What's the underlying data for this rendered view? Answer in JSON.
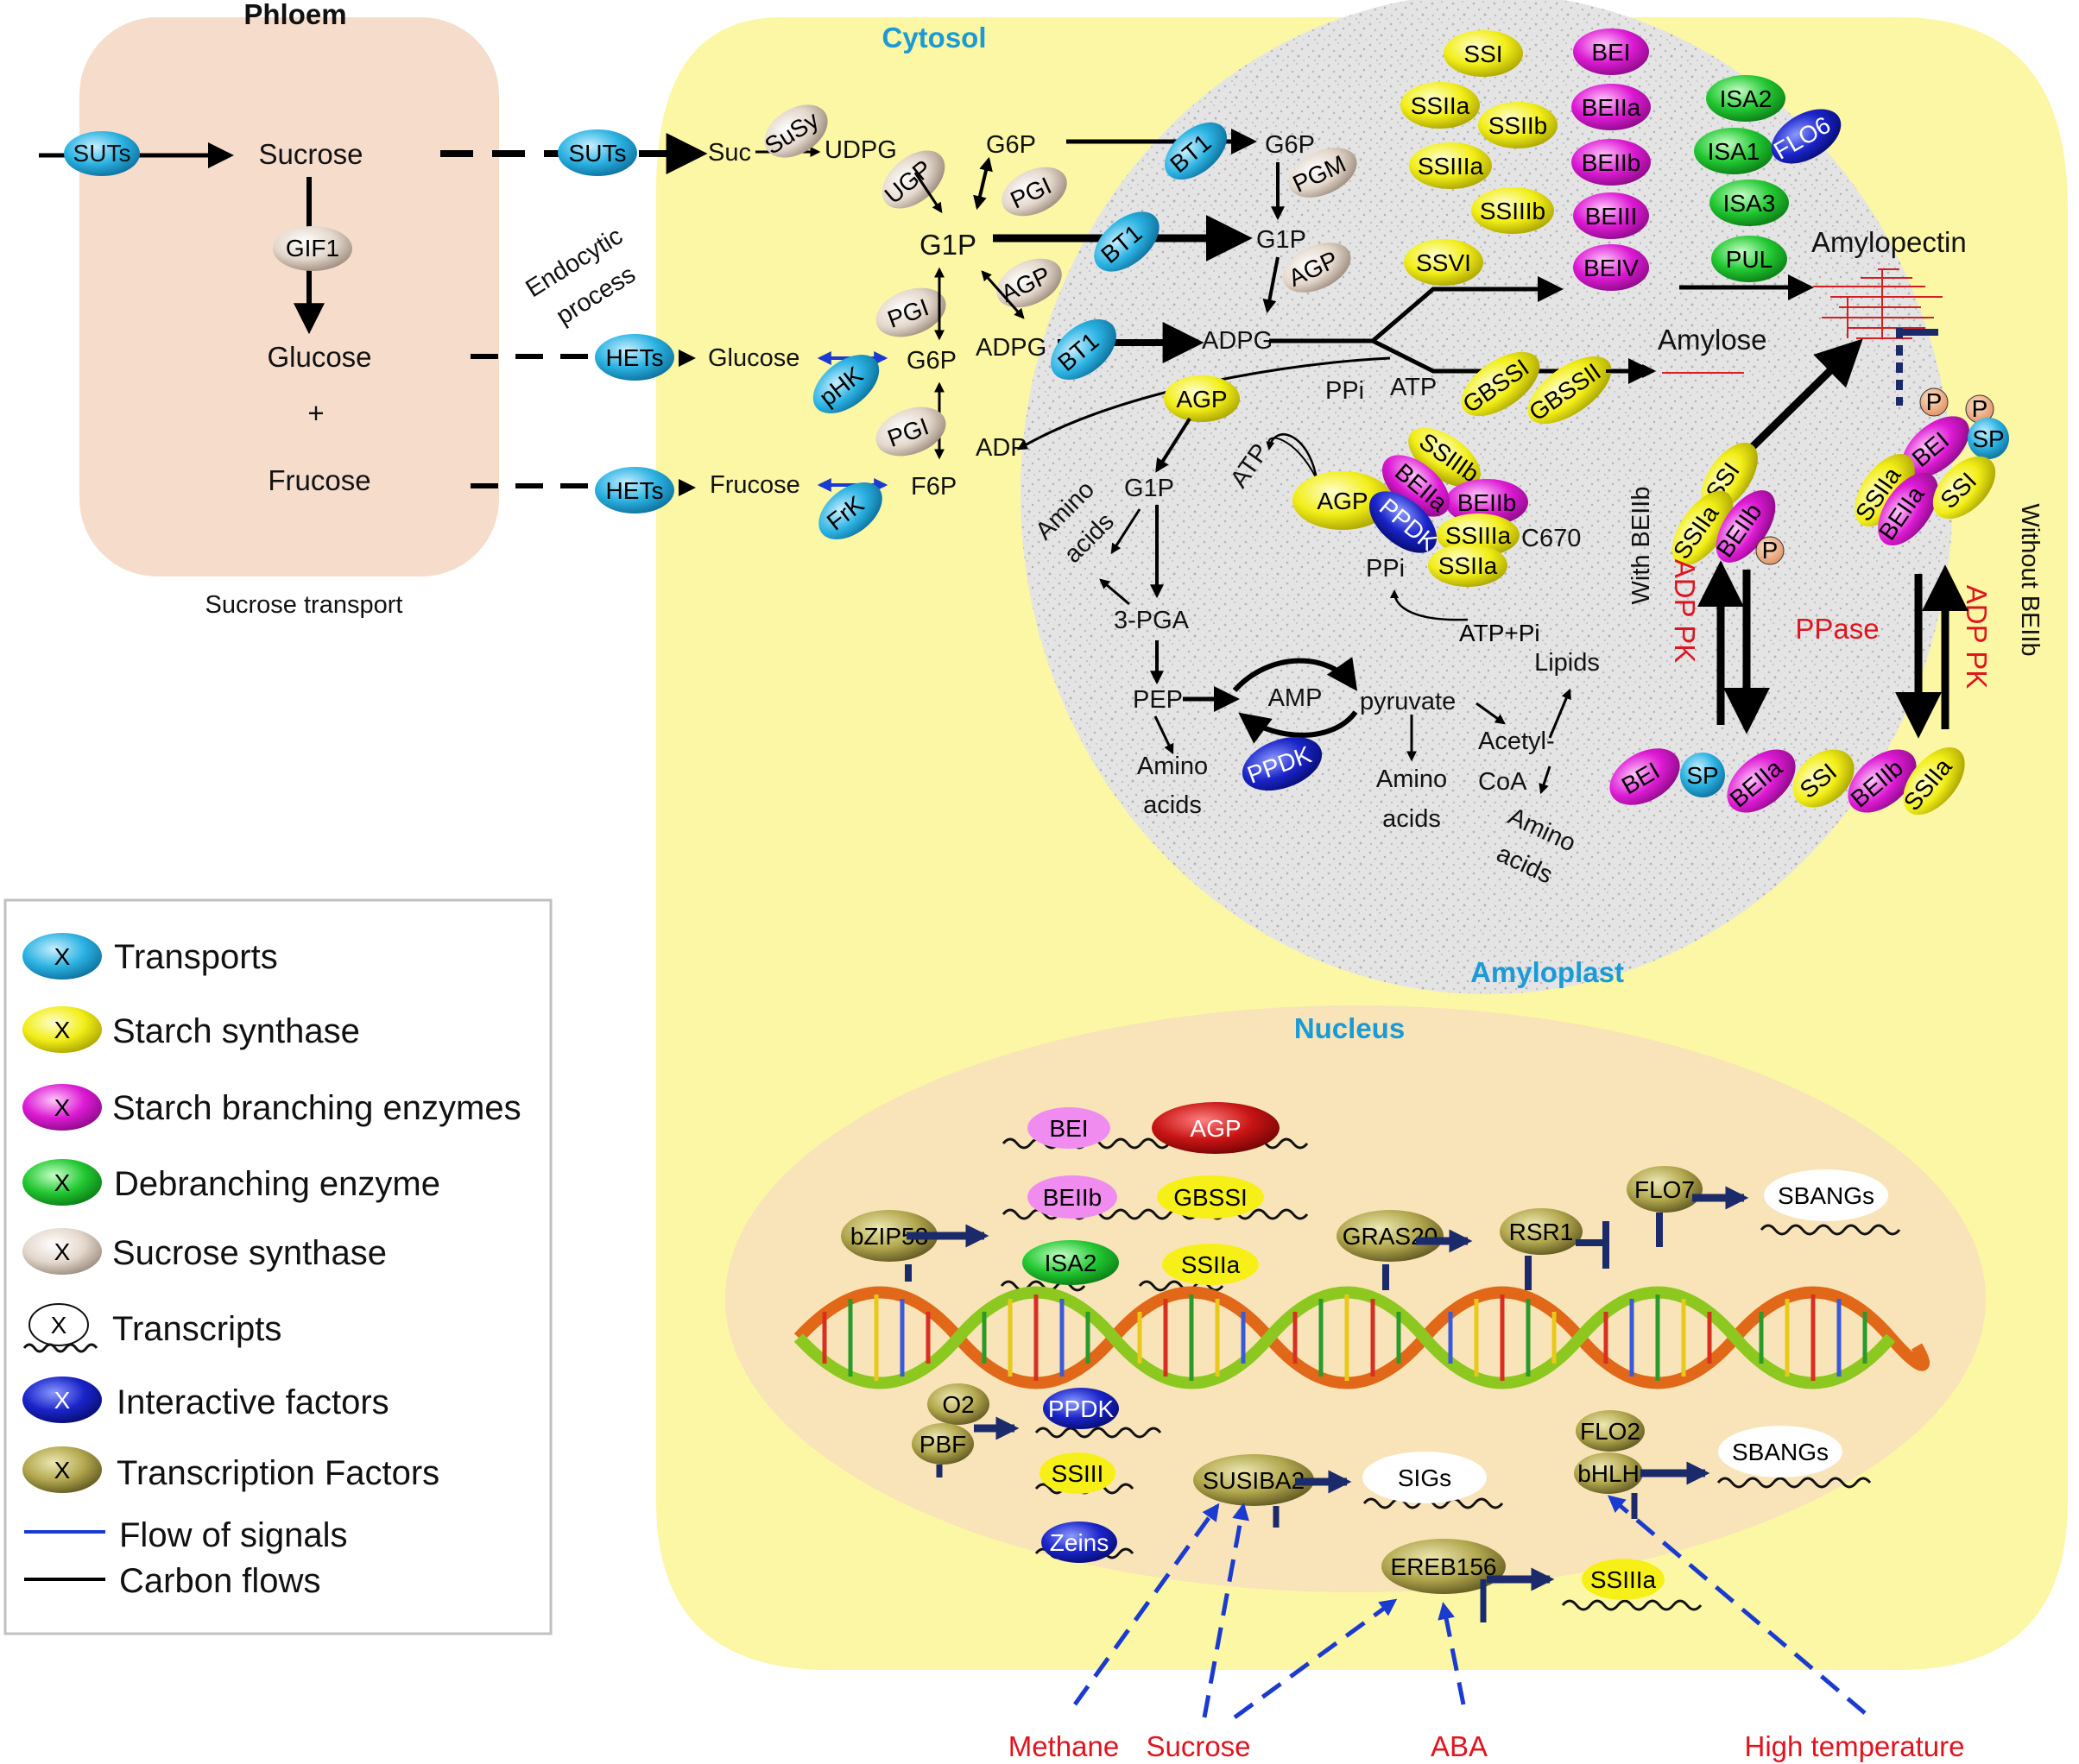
{
  "regions": {
    "phloem": "Phloem",
    "sucrose_transport": "Sucrose transport",
    "cytosol": "Cytosol",
    "amyloplast": "Amyloplast",
    "nucleus": "Nucleus",
    "endocytic": [
      "Endocytic",
      "process"
    ]
  },
  "colors": {
    "transport": "#2bb2e2",
    "starch_synthase": "#f2ee18",
    "branching": "#dd1ad4",
    "debranching": "#22c832",
    "sucrose_synthase": "#e4d8cc",
    "interactive": "#1a24c8",
    "transcription_factor": "#b2a84e",
    "phloem_bg": "#f5dccb",
    "cytosol_bg": "#fbf7a4",
    "nucleus_bg": "#f8e4b8",
    "signal": "#1a3ad0",
    "carbon": "#000000"
  },
  "phloem": {
    "suts": "SUTs",
    "sucrose": "Sucrose",
    "gif1": "GIF1",
    "glucose": "Glucose",
    "plus": "+",
    "frucose": "Frucose"
  },
  "cytosol": {
    "suts": "SUTs",
    "hets1": "HETs",
    "hets2": "HETs",
    "suc": "Suc",
    "susy": "SuSy",
    "udpg": "UDPG",
    "ugp": "UGP",
    "g6p": "G6P",
    "pgi1": "PGI",
    "g1p": "G1P",
    "agp": "AGP",
    "pgi2": "PGI",
    "adpg": "ADPG",
    "glucose": "Glucose",
    "phk": "pHK",
    "g6p2": "G6P",
    "pgi3": "PGI",
    "adp": "ADP",
    "frucose": "Frucose",
    "frk": "FrK",
    "f6p": "F6P"
  },
  "amyloplast": {
    "bt1_a": "BT1",
    "bt1_b": "BT1",
    "bt1_c": "BT1",
    "g6p": "G6P",
    "pgm": "PGM",
    "g1p": "G1P",
    "agp": "AGP",
    "adpg": "ADPG",
    "ppi": "PPi",
    "atp": "ATP",
    "agp2": "AGP",
    "g1p2": "G1P",
    "amino1": [
      "Amino",
      "acids"
    ],
    "pga": "3-PGA",
    "pep": "PEP",
    "amp": "AMP",
    "pyruvate": "pyruvate",
    "amino2": [
      "Amino",
      "acids"
    ],
    "amino3": [
      "Amino",
      "acids"
    ],
    "acetyl": [
      "Acetyl-",
      "CoA"
    ],
    "amino4": [
      "Amino",
      "acids"
    ],
    "lipids": "Lipids",
    "ppdk_bottom": "PPDK",
    "atp2": "ATP",
    "complex": [
      "AGP",
      "BEIIa",
      "BEIIb",
      "SSIIIb",
      "PPDK",
      "SSIIIa",
      "SSIIa"
    ],
    "c670": "C670",
    "ppi2": "PPi",
    "atp_pi": "ATP+Pi",
    "ss_col": [
      "SSI",
      "SSIIa",
      "SSIIb",
      "SSIIIa",
      "SSIIIb",
      "SSVI"
    ],
    "be_col": [
      "BEI",
      "BEIIa",
      "BEIIb",
      "BEIII",
      "BEIV"
    ],
    "de_col": [
      "ISA2",
      "ISA1",
      "ISA3",
      "PUL"
    ],
    "flo6": "FLO6",
    "gbssi": "GBSSI",
    "gbssii": "GBSSII",
    "amylopectin": "Amylopectin",
    "amylose": "Amylose",
    "with_beiib": "With BEIIb",
    "without_beiib": "Without BEIIb",
    "adp_pk1": "ADP PK",
    "adp_pk2": "ADP PK",
    "ppase": "PPase",
    "p": "P",
    "cluster_left": [
      "SSIIa",
      "SSI",
      "BEIIb"
    ],
    "cluster_right": [
      "BEI",
      "SP",
      "SSIIa",
      "BEIIa",
      "SSI"
    ],
    "bottom_row": [
      "BEI",
      "SP",
      "BEIIa",
      "SSI",
      "BEIIb",
      "SSIIa"
    ]
  },
  "nucleus": {
    "genes_row1": [
      "BEI",
      "AGP"
    ],
    "genes_row2": [
      "BEIIb",
      "GBSSI"
    ],
    "genes_row3": [
      "ISA2",
      "SSIIa"
    ],
    "bzip58": "bZIP58",
    "gras20": "GRAS20",
    "rsr1": "RSR1",
    "flo7": "FLO7",
    "sbangs1": "SBANGs",
    "o2": "O2",
    "pbf": "PBF",
    "ppdk": "PPDK",
    "ssiii": "SSIII",
    "zeins": "Zeins",
    "susiba2": "SUSIBA2",
    "sigs": "SIGs",
    "flo2": "FLO2",
    "bhlh": "bHLH",
    "sbangs2": "SBANGs",
    "ereb156": "EREB156",
    "ssiiia": "SSIIIa"
  },
  "signals": [
    "Methane",
    "Sucrose",
    "ABA",
    "High temperature"
  ],
  "legend": {
    "items": [
      {
        "label": "Transports",
        "kind": "transport"
      },
      {
        "label": "Starch synthase",
        "kind": "starch_synthase"
      },
      {
        "label": "Starch branching enzymes",
        "kind": "branching"
      },
      {
        "label": "Debranching enzyme",
        "kind": "debranching"
      },
      {
        "label": "Sucrose synthase",
        "kind": "sucrose_synthase"
      },
      {
        "label": "Transcripts",
        "kind": "transcript"
      },
      {
        "label": "Interactive factors",
        "kind": "interactive"
      },
      {
        "label": "Transcription Factors",
        "kind": "transcription_factor"
      },
      {
        "label": "Flow of signals",
        "kind": "signal"
      },
      {
        "label": "Carbon flows",
        "kind": "carbon"
      }
    ],
    "marker": "X"
  }
}
